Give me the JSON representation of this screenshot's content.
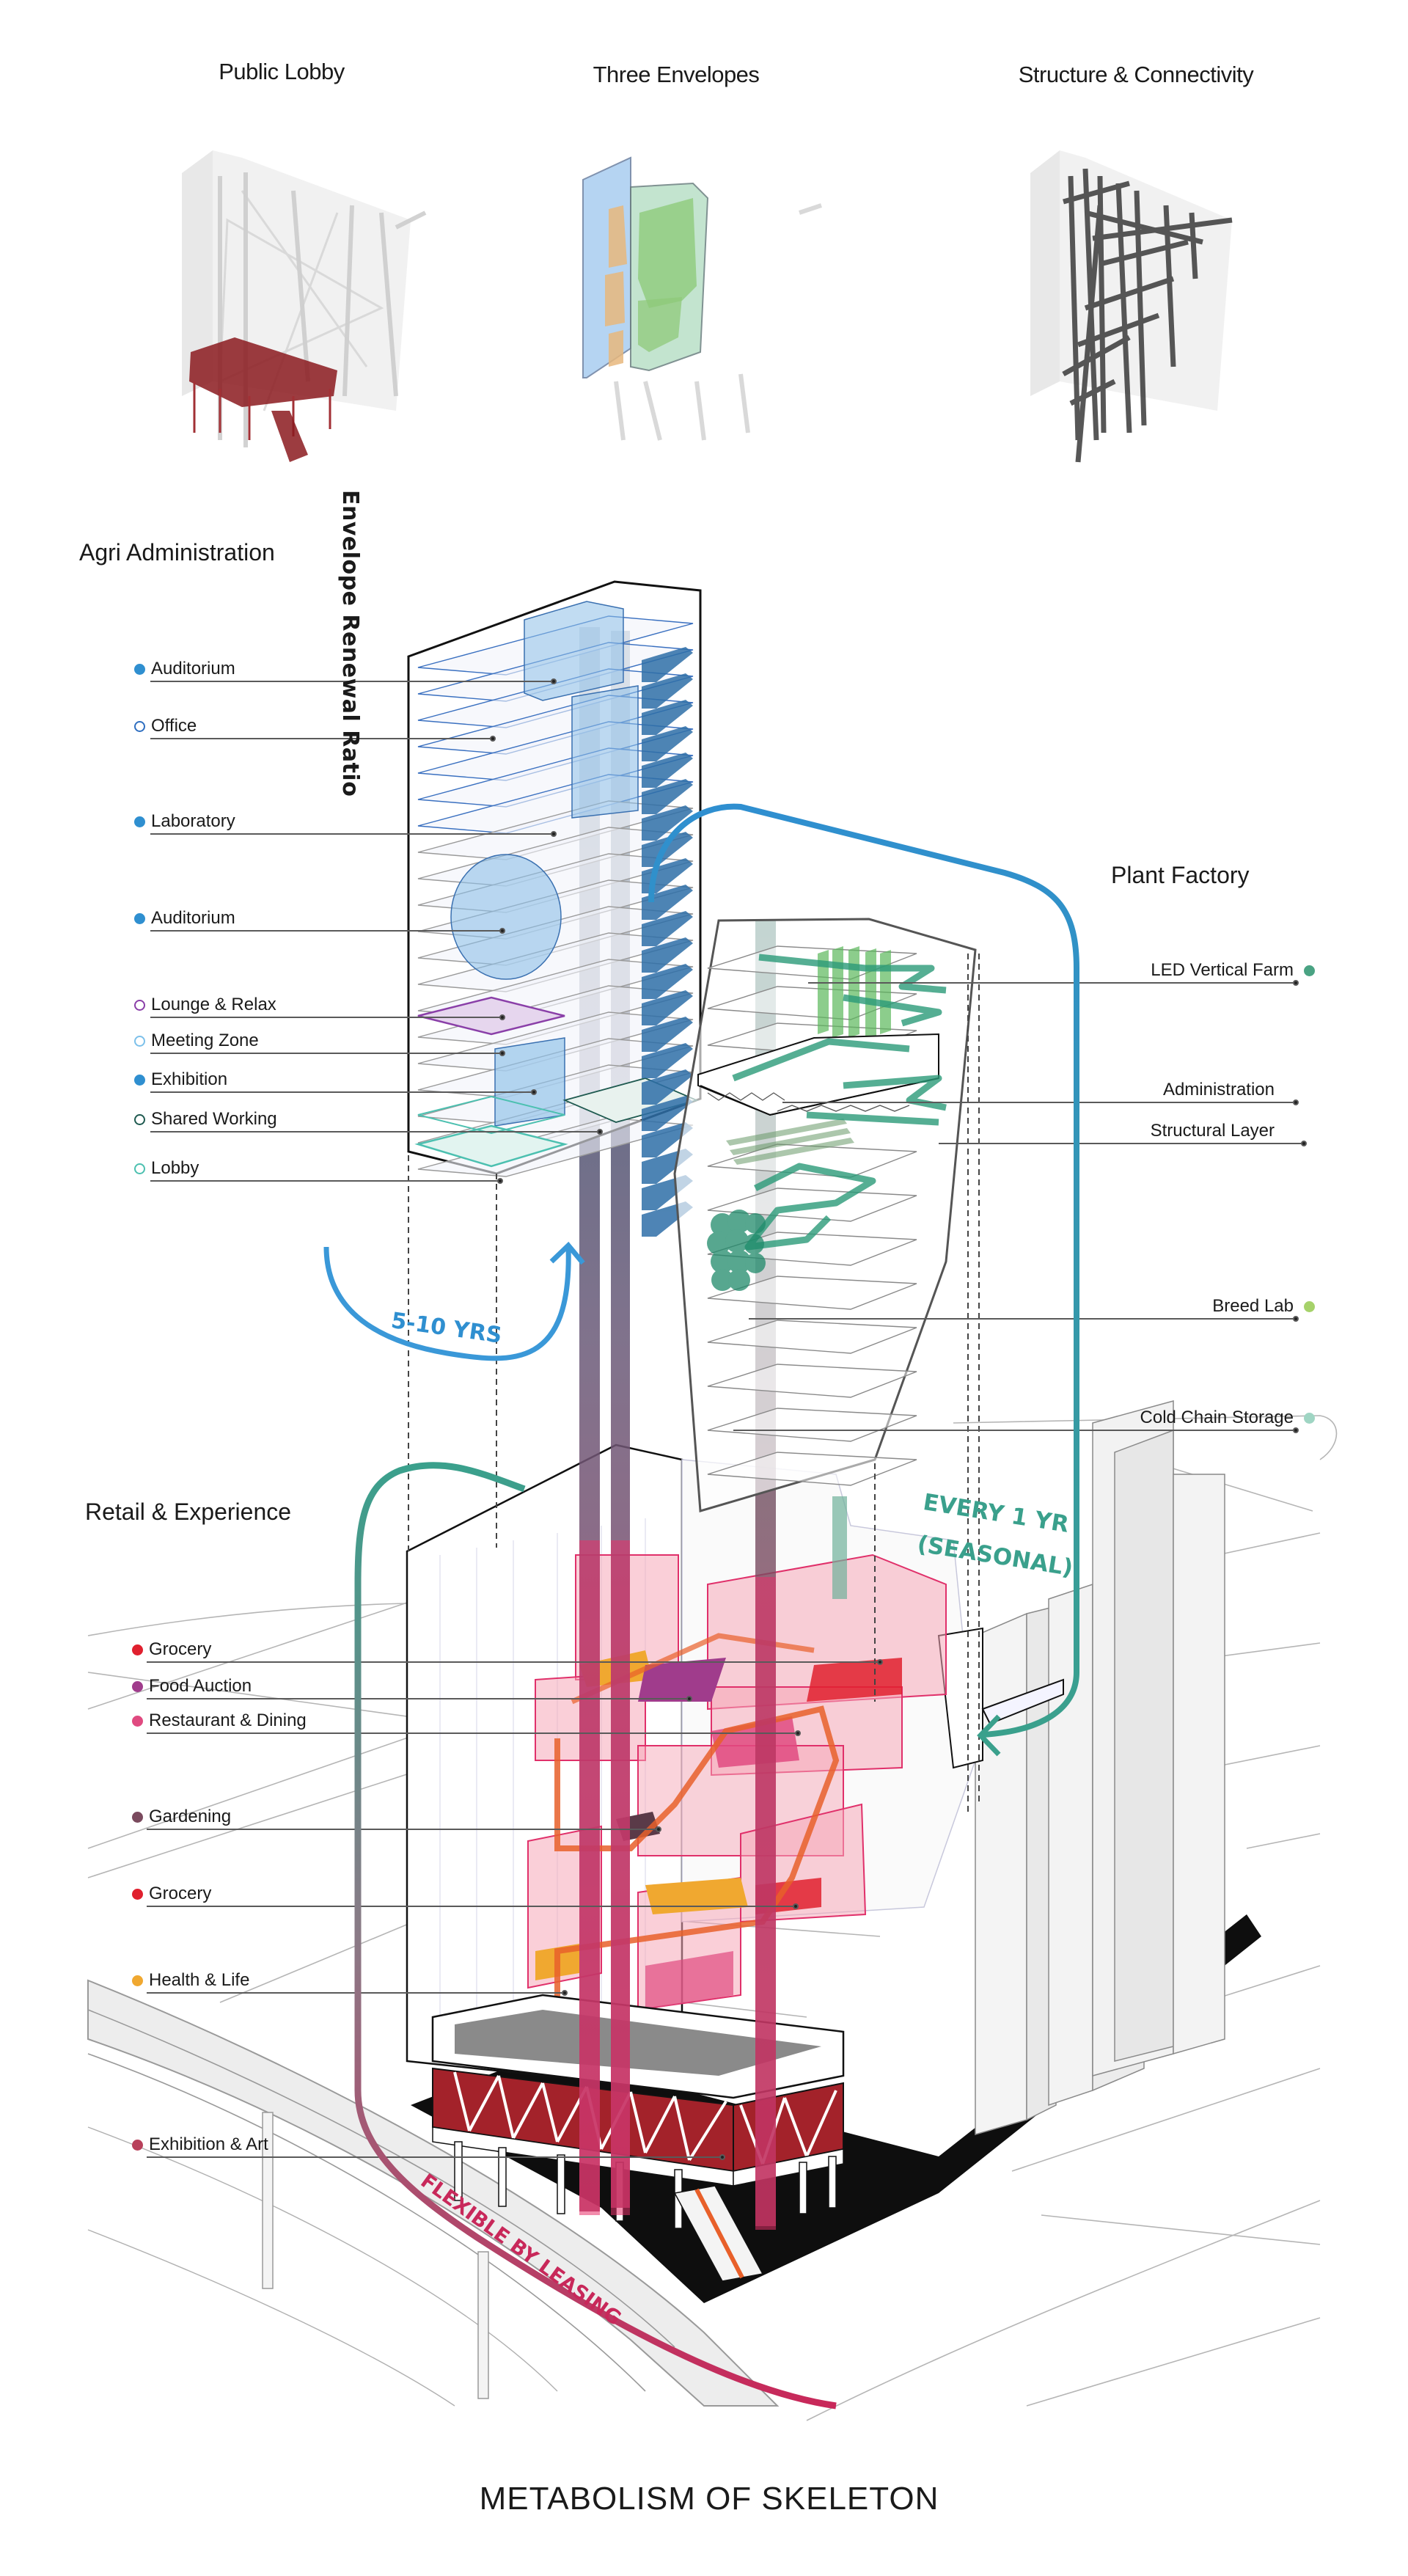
{
  "figure_title": "METABOLISM OF SKELETON",
  "thumbnails": [
    {
      "title": "Public Lobby",
      "highlight_color": "#8b1a1f"
    },
    {
      "title": "Three Envelopes",
      "highlight_colors": [
        "#9ec8ee",
        "#e7b77c",
        "#8fca7a"
      ]
    },
    {
      "title": "Structure & Connectivity",
      "highlight_color": "#333333"
    }
  ],
  "renewal_axis_label": "Envelope Renewal Ratio",
  "sections": {
    "agri_administration": {
      "title": "Agri Administration",
      "renewal_cycle": "5-10 YRS",
      "cycle_color": "#2f8fd0",
      "items": [
        {
          "label": "Auditorium",
          "marker": "filled",
          "color": "#2f8fd0"
        },
        {
          "label": "Office",
          "marker": "ring",
          "color": "#2f6fc0"
        },
        {
          "label": "Laboratory",
          "marker": "filled",
          "color": "#2f8fd0"
        },
        {
          "label": "Auditorium",
          "marker": "filled",
          "color": "#2f8fd0"
        },
        {
          "label": "Lounge & Relax",
          "marker": "ring",
          "color": "#8a3fa8"
        },
        {
          "label": "Meeting Zone",
          "marker": "ring",
          "color": "#7cc0ea"
        },
        {
          "label": "Exhibition",
          "marker": "filled",
          "color": "#2f8fd0"
        },
        {
          "label": "Shared Working",
          "marker": "ring",
          "color": "#1f5a50"
        },
        {
          "label": "Lobby",
          "marker": "ring",
          "color": "#4cc0b0"
        }
      ]
    },
    "plant_factory": {
      "title": "Plant Factory",
      "renewal_cycle_line1": "EVERY 1 YR",
      "renewal_cycle_line2": "(SEASONAL)",
      "cycle_color": "#3aa08c",
      "items": [
        {
          "label": "LED Vertical Farm",
          "marker": "filled",
          "color": "#4aa383"
        },
        {
          "label": "Administration",
          "marker": "none",
          "color": ""
        },
        {
          "label": "Structural Layer",
          "marker": "none",
          "color": ""
        },
        {
          "label": "Breed Lab",
          "marker": "filled",
          "color": "#a6d26a"
        },
        {
          "label": "Cold Chain Storage",
          "marker": "filled",
          "color": "#9fd5c3"
        }
      ]
    },
    "retail_experience": {
      "title": "Retail & Experience",
      "renewal_cycle": "FLEXIBLE BY LEASING",
      "cycle_color": "#c8285a",
      "items": [
        {
          "label": "Grocery",
          "marker": "filled",
          "color": "#e0202e"
        },
        {
          "label": "Food Auction",
          "marker": "filled",
          "color": "#a03c8c"
        },
        {
          "label": "Restaurant & Dining",
          "marker": "filled",
          "color": "#e04a80"
        },
        {
          "label": "Gardening",
          "marker": "filled",
          "color": "#7a4a5e"
        },
        {
          "label": "Grocery",
          "marker": "filled",
          "color": "#e0202e"
        },
        {
          "label": "Health & Life",
          "marker": "filled",
          "color": "#f0a830"
        },
        {
          "label": "Exhibition & Art",
          "marker": "filled",
          "color": "#b8405a"
        }
      ]
    }
  }
}
